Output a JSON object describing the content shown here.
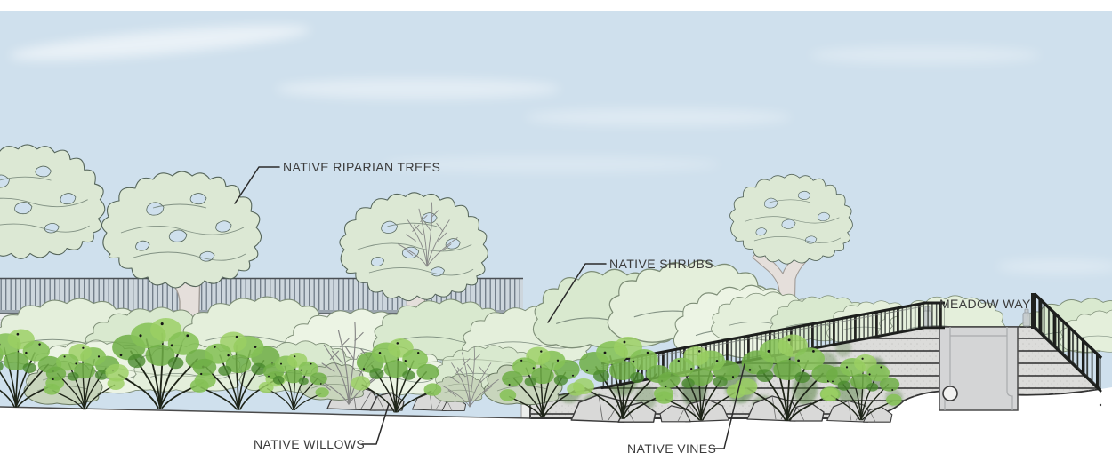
{
  "drawing": {
    "kind": "landscape planting section elevation",
    "street_label": "MEADOW WAY",
    "labels": {
      "riparian_trees": "NATIVE RIPARIAN TREES",
      "shrubs": "NATIVE SHRUBS",
      "willows": "NATIVE WILLOWS",
      "vines": "NATIVE VINES"
    },
    "colors": {
      "sky": "#cfe0ed",
      "tree_canopy": "#dce8d4",
      "tree_trunk": "#e5dfdb",
      "fence_slats": "#cdd6dd",
      "shrub_pale_green": "#e4efdb",
      "willow_green": "#85c257",
      "vine_green": "#4d7c39",
      "wall_concrete": "#dcdcda",
      "rock_gray": "#d9d9d8",
      "railing_dark": "#1d1f1d",
      "label_text": "#3b3b3b",
      "background": "#ffffff"
    }
  }
}
